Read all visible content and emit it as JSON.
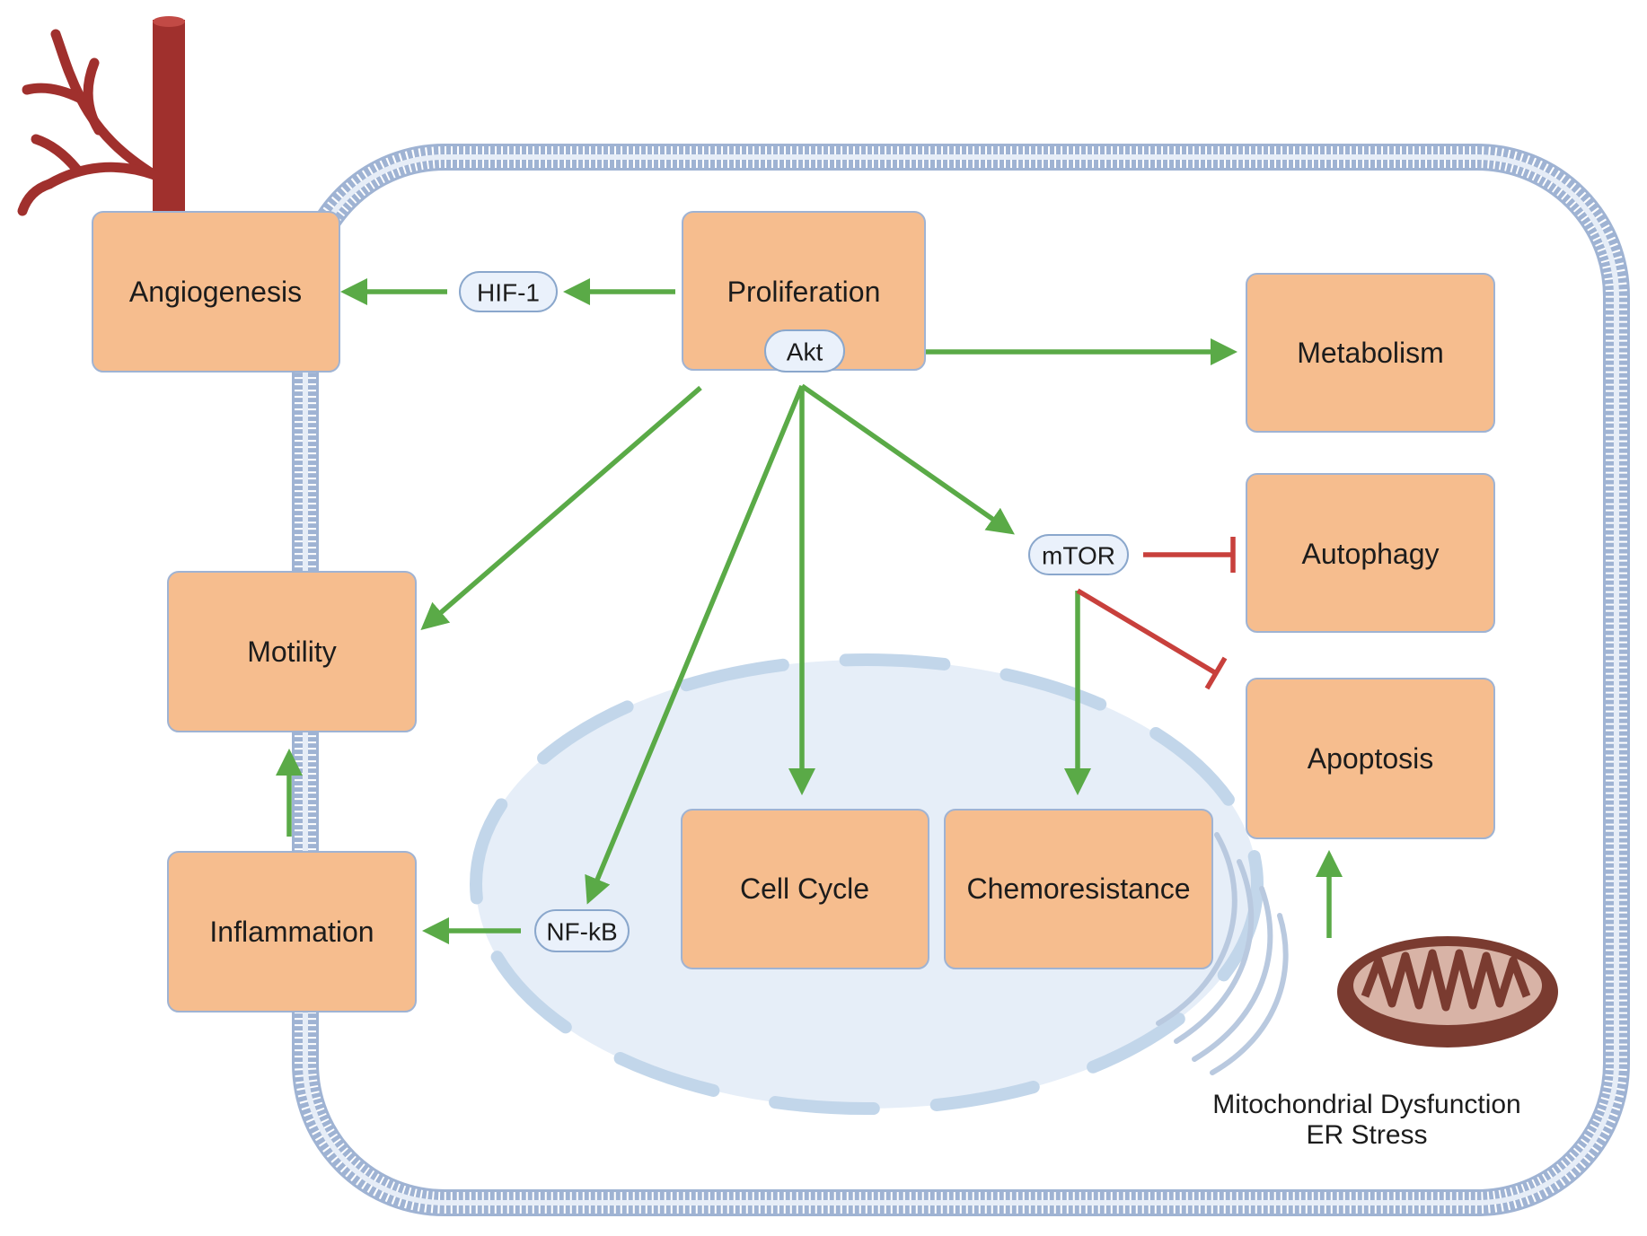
{
  "processes": {
    "angiogenesis": "Angiogenesis",
    "proliferation": "Proliferation",
    "metabolism": "Metabolism",
    "autophagy": "Autophagy",
    "motility": "Motility",
    "apoptosis": "Apoptosis",
    "inflammation": "Inflammation",
    "cell_cycle": "Cell Cycle",
    "chemoresistance": "Chemoresistance"
  },
  "mediators": {
    "hif1": "HIF-1",
    "akt": "Akt",
    "mtor": "mTOR",
    "nfkb": "NF-kB"
  },
  "caption": {
    "line1": "Mitochondrial Dysfunction",
    "line2": "ER Stress"
  },
  "colors": {
    "process_fill": "#f6bd8e",
    "activation": "#5aaa47",
    "inhibition": "#c8403c",
    "membrane": "#9fb3d3",
    "nucleus": "#e6eef8",
    "vessel": "#a0302d",
    "mitochondrion": "#7a3b30"
  },
  "icons": [
    "blood-vessel-icon",
    "mitochondrion-icon",
    "endoplasmic-reticulum-icon",
    "cell-membrane",
    "nucleus"
  ]
}
